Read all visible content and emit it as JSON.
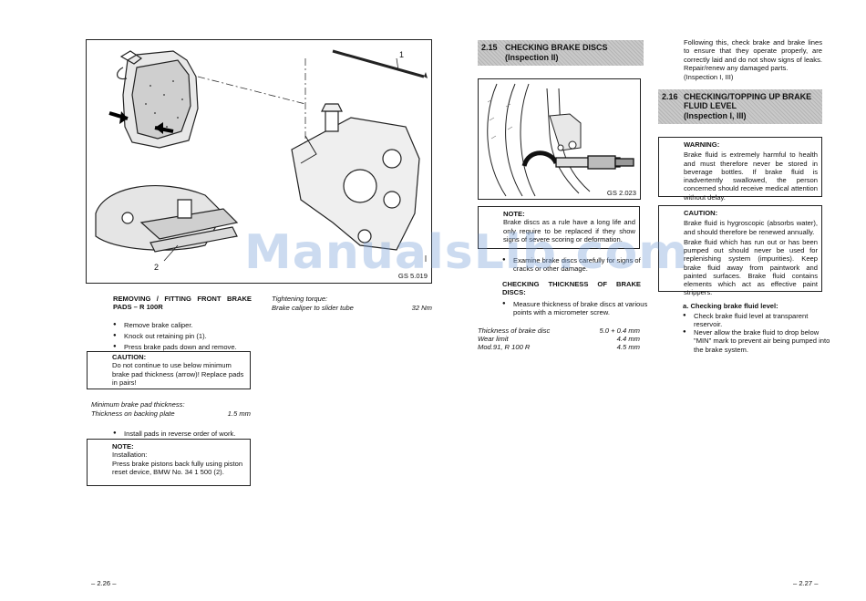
{
  "watermark": "ManualsLib.com",
  "left_page": {
    "figure_caption": "GS 5.019",
    "callout_1": "1",
    "callout_2": "2",
    "section_title": "REMOVING / FITTING FRONT BRAKE PADS – R 100R",
    "torque_title": "Tightening torque:",
    "torque_item": "Brake caliper to slider tube",
    "torque_value": "32 Nm",
    "steps": [
      "Remove brake caliper.",
      "Knock out retaining pin (1).",
      "Press brake pads down and remove."
    ],
    "caution_title": "CAUTION:",
    "caution_text": "Do not continue to use below minimum brake pad thickness (arrow)! Replace pads in pairs!",
    "min_title": "Minimum brake pad thickness:",
    "min_item": "Thickness on backing plate",
    "min_value": "1.5 mm",
    "install_step": "Install pads in reverse order of work.",
    "note_title": "NOTE:",
    "note_line1": "Installation:",
    "note_line2": "Press brake pistons back fully using piston reset device, BMW No. 34 1 500 (2).",
    "page_number": "– 2.26 –"
  },
  "right_page": {
    "sec215_number": "2.15",
    "sec215_title": "CHECKING BRAKE DISCS",
    "sec215_sub": "(Inspection II)",
    "figure_caption": "GS 2.023",
    "note_title": "NOTE:",
    "note_text": "Brake discs as a rule have a long life and only require to be replaced if they show signs of severe scoring or deformation.",
    "examine_text": "Examine brake discs carefully for signs of cracks or other damage.",
    "thickness_title": "CHECKING THICKNESS OF BRAKE DISCS:",
    "thickness_step": "Measure thickness of brake discs at various points with a micrometer screw.",
    "spec_rows": [
      {
        "label": "Thickness of brake disc",
        "value": "5.0 + 0.4 mm"
      },
      {
        "label": "Wear limit",
        "value": "4.4 mm"
      },
      {
        "label": "Mod.91, R 100 R",
        "value": "4.5 mm"
      }
    ],
    "top_text": "Following this, check brake and brake lines to ensure that they operate properly, are correctly laid and do not show signs of leaks. Repair/renew any damaged parts.",
    "top_inspection": "(Inspection I, III)",
    "sec216_number": "2.16",
    "sec216_title": "CHECKING/TOPPING UP BRAKE FLUID LEVEL",
    "sec216_sub": "(Inspection I, III)",
    "warning_title": "WARNING:",
    "warning_text": "Brake fluid is extremely harmful to health and must therefore never be stored in beverage bottles. If brake fluid is inadvertently swallowed, the person concerned should receive medical attention without delay.",
    "caution_title": "CAUTION:",
    "caution_text1": "Brake fluid is hygroscopic (absorbs water), and should therefore be renewed annually.",
    "caution_text2": "Brake fluid which has run out or has been pumped out should never be used for replenishing system (impurities). Keep brake fluid away from paintwork and painted surfaces. Brake fluid contains elements which act as effective paint strippers.",
    "fluid_title": "a. Checking brake fluid level:",
    "fluid_steps": [
      "Check brake fluid level at transparent reservoir.",
      "Never allow the brake fluid to drop below \"MIN\" mark to prevent air being pumped into the brake system."
    ],
    "page_number": "– 2.27 –"
  }
}
